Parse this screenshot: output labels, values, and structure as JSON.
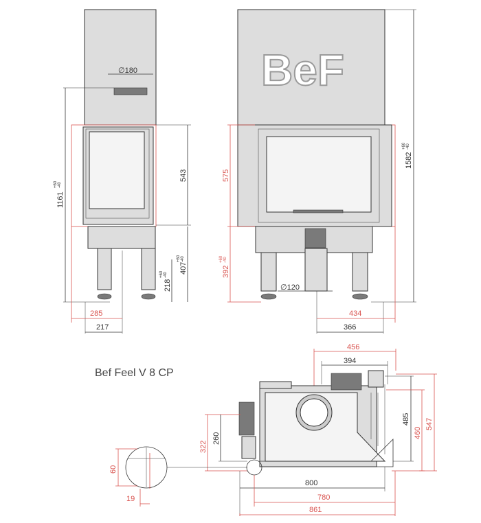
{
  "title": "Bef Feel V 8 CP",
  "logo_text": "BeF",
  "colors": {
    "accent": "#d9534f",
    "line": "#333333",
    "fill": "#dddddd"
  },
  "front": {
    "flue_diameter": "∅180",
    "total_height": "1161",
    "total_height_tol_plus": "+60",
    "total_height_tol_minus": "-40",
    "door_height": "543",
    "base_height": "407",
    "base_height_tol_plus": "+60",
    "base_height_tol_minus": "-40",
    "leg_height": "218",
    "leg_height_tol_plus": "+60",
    "leg_height_tol_minus": "-40",
    "width_red": "285",
    "width_black": "217"
  },
  "side": {
    "total_height": "1582",
    "total_height_tol_plus": "+60",
    "total_height_tol_minus": "-40",
    "door_height": "575",
    "base_height": "392",
    "base_height_tol_plus": "+60",
    "base_height_tol_minus": "-40",
    "air_diameter": "∅120",
    "width_red": "434",
    "width_black": "366"
  },
  "plan": {
    "d456": "456",
    "d394": "394",
    "d485": "485",
    "d460": "460",
    "d547": "547",
    "d322": "322",
    "d260": "260",
    "d60": "60",
    "d19": "19",
    "d800": "800",
    "d780": "780",
    "d861": "861"
  }
}
